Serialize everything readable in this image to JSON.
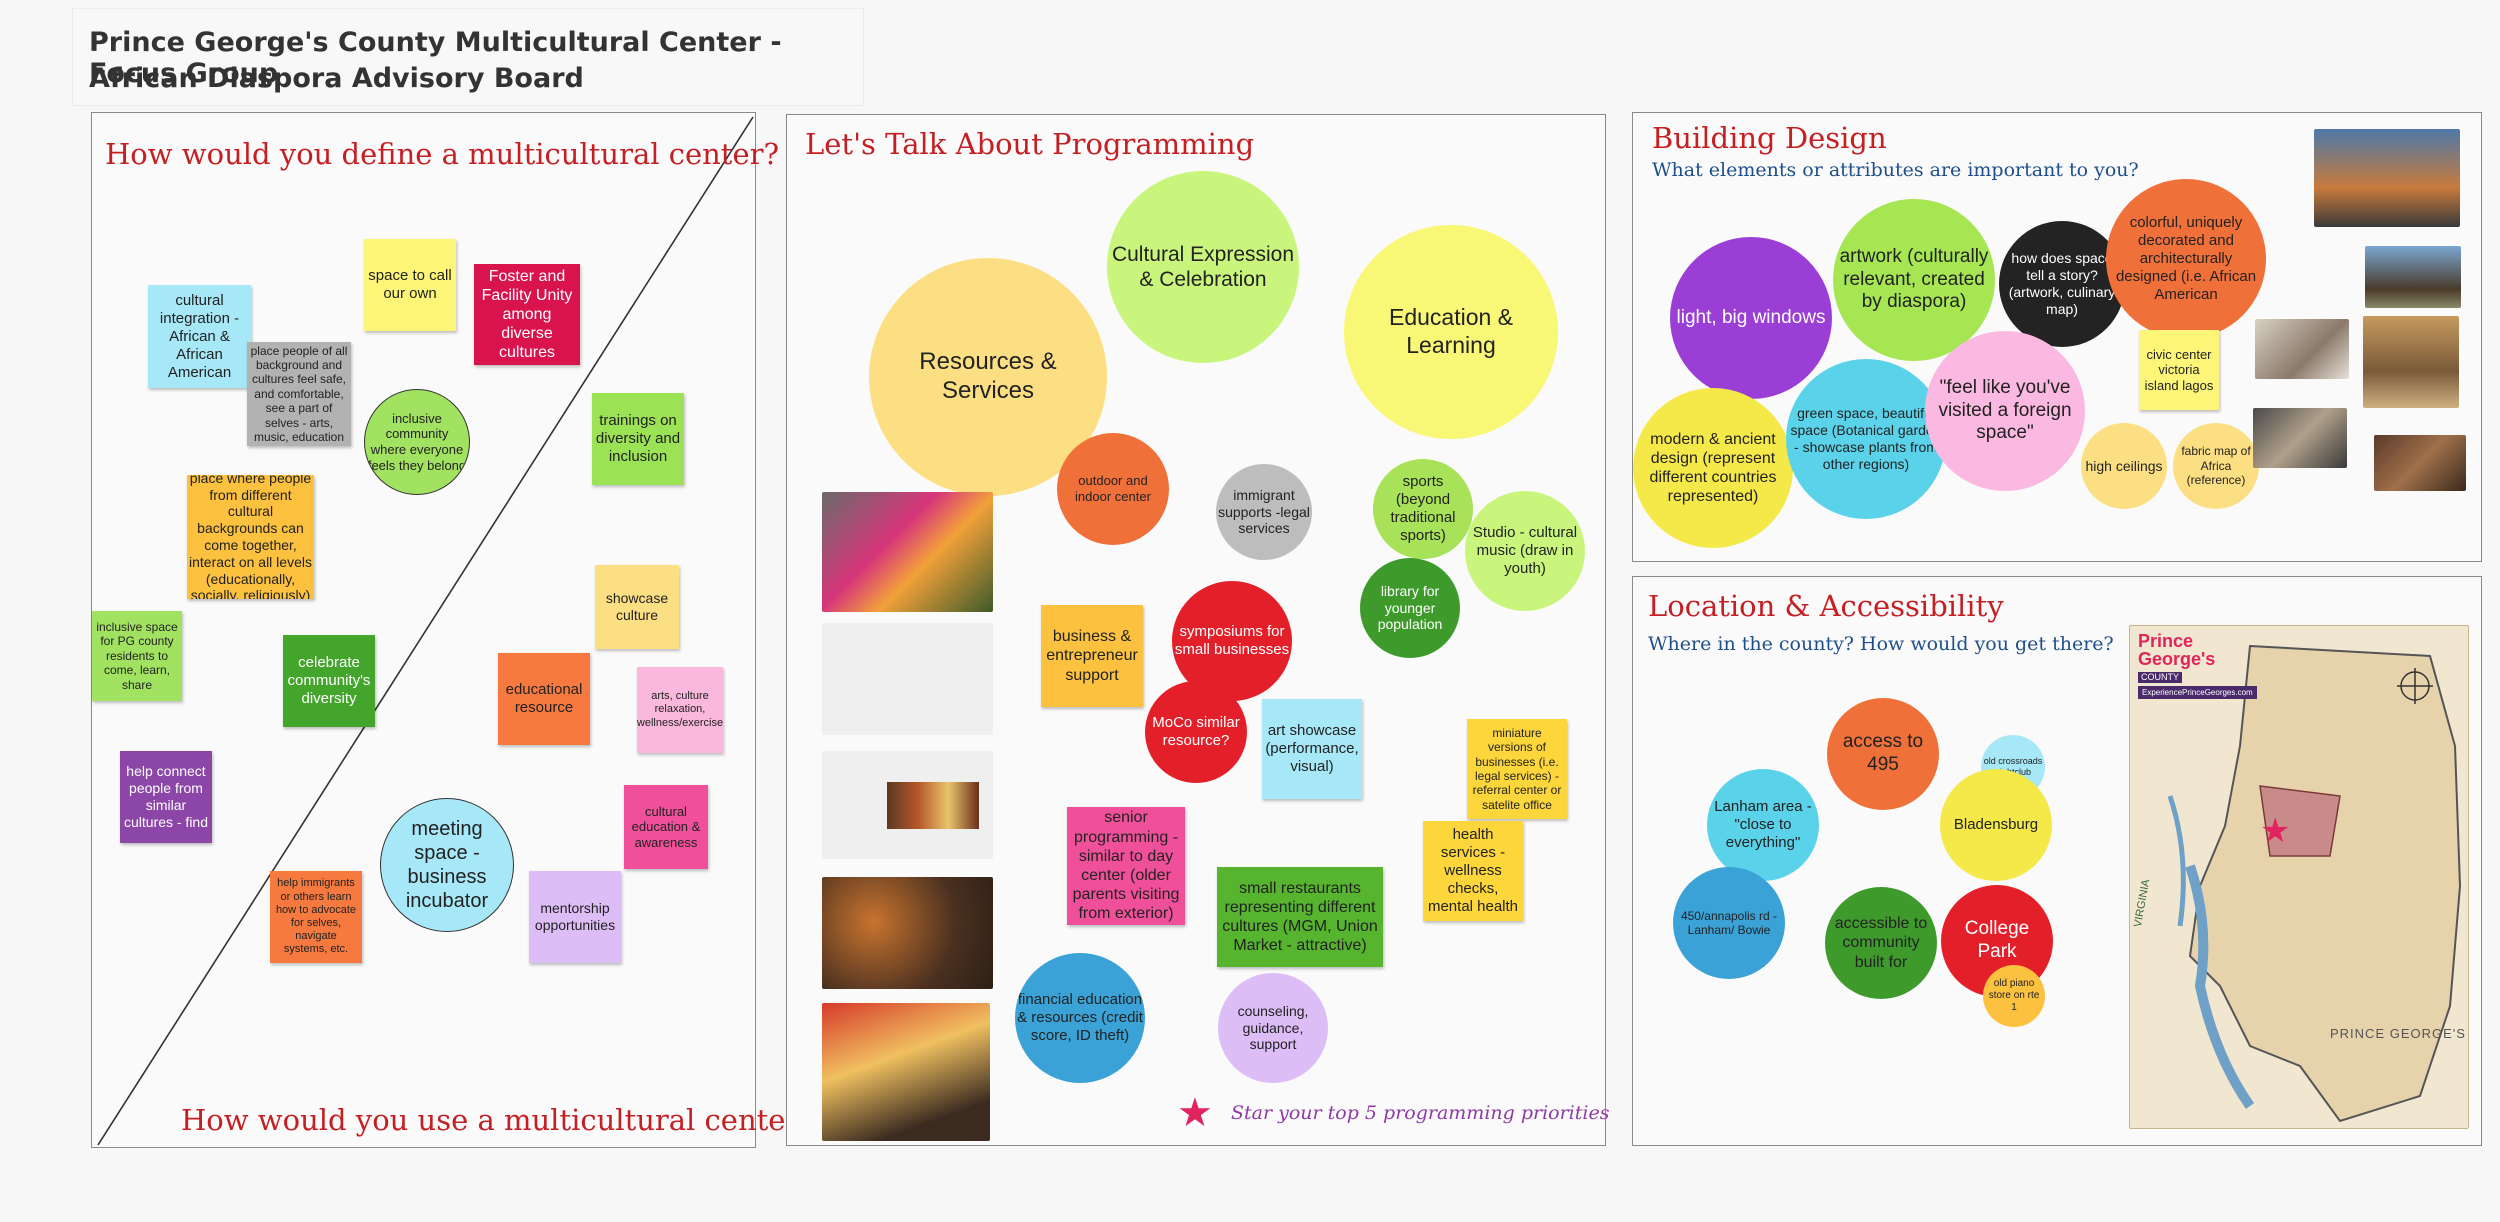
{
  "header": {
    "line1": "Prince George's County Multicultural Center - Focus Group",
    "line2": "African Diaspora Advisory Board"
  },
  "frame1": {
    "title_top": "How would you define a multicultural center?",
    "title_bottom": "How would you use a multicultural center?",
    "notes": [
      "cultural integration - African & African American",
      "space to call our own",
      "Foster and Facility Unity among diverse cultures",
      "place people of all background and cultures feel safe, and comfortable, see a part of selves - arts, music, education",
      "inclusive community where everyone feels they belong",
      "trainings on diversity and inclusion",
      "place where people from different cultural backgrounds can come together, interact on all levels (educationally, socially, religiously)",
      "showcase culture",
      "inclusive space for PG county residents to come, learn, share",
      "celebrate community's diversity",
      "educational resource",
      "arts, culture relaxation, wellness/exercise",
      "help connect people from similar cultures - find",
      "meeting space - business incubator",
      "cultural education & awareness",
      "help immigrants or others learn how to advocate for selves, navigate systems, etc.",
      "mentorship opportunities"
    ]
  },
  "frame2": {
    "title": "Let's Talk About Programming",
    "bubbles": [
      "Resources & Services",
      "Cultural Expression & Celebration",
      "Education & Learning"
    ],
    "notes": [
      "outdoor and indoor center",
      "immigrant supports -legal services",
      "sports (beyond traditional sports)",
      "Studio - cultural music (draw in youth)",
      "business & entrepreneur support",
      "symposiums for small businesses",
      "library for younger population",
      "MoCo similar resource?",
      "art showcase (performance, visual)",
      "miniature versions of businesses (i.e. legal services) - referral center or satelite office",
      "senior programming - similar to day center (older parents visiting from exterior)",
      "health services - wellness checks, mental health",
      "small restaurants representing different cultures (MGM, Union Market - attractive)",
      "financial education & resources (credit score, ID theft)",
      "counseling, guidance, support"
    ],
    "footer": "Star your top 5 programming priorities"
  },
  "frame3": {
    "title": "Building Design",
    "subtitle": "What elements or attributes are important to you?",
    "notes": [
      "light, big windows",
      "artwork (culturally relevant, created by diaspora)",
      "how does space tell a story? (artwork, culinary map)",
      "colorful, uniquely decorated and architecturally designed (i.e. African American",
      "civic center victoria island lagos",
      "modern & ancient design (represent different countries represented)",
      "green space, beautiful space (Botanical garden - showcase plants from other regions)",
      "\"feel like you've visited a foreign space\"",
      "high ceilings",
      "fabric map of Africa (reference)"
    ]
  },
  "frame4": {
    "title": "Location & Accessibility",
    "subtitle": "Where in the county?  How would you get there?",
    "notes": [
      "access to 495",
      "old crossroads nightclub",
      "Lanham area - \"close to everything\"",
      "Bladensburg",
      "450/annapolis rd - Lanham/ Bowie",
      "accessible to community built for",
      "College Park",
      "old piano store on rte 1"
    ],
    "map": {
      "logo_line1": "Prince",
      "logo_line2": "George's",
      "logo_line3": "COUNTY",
      "url": "ExperiencePrinceGeorges.com",
      "region": "PRINCE GEORGE'S",
      "state": "VIRGINIA"
    }
  },
  "colors": {
    "heading_red": "#c41f23",
    "subheading_blue": "#1f4f8a",
    "star_pink": "#e0245e",
    "footer_purple": "#8e3aa5"
  }
}
